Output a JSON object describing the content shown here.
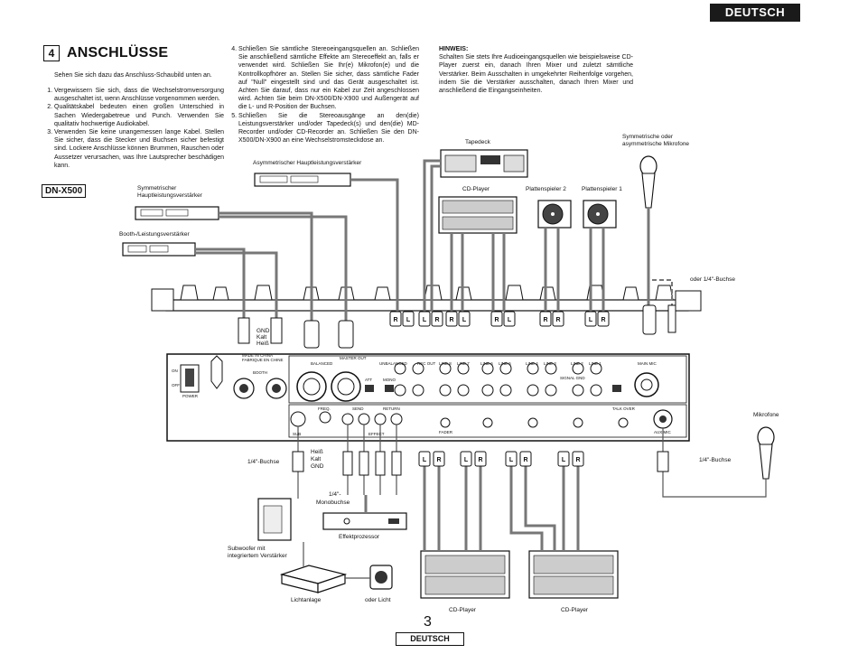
{
  "page": {
    "language_tab": "DEUTSCH",
    "section_number": "4",
    "section_title": "ANSCHLÜSSE",
    "intro": "Sehen Sie sich dazu das Anschluss-Schaubild unten an.",
    "steps_left": [
      "Vergewissern Sie sich, dass die Wechselstromversorgung ausgeschaltet ist, wenn Anschlüsse vorgenommen werden.",
      "Qualitätskabel bedeuten einen großen Unterschied in Sachen Wiedergabetreue und Punch. Verwenden Sie qualitativ hochwertige Audiokabel.",
      "Verwenden Sie keine unangemessen lange Kabel. Stellen Sie sicher, dass die Stecker und Buchsen sicher befestigt sind. Lockere Anschlüsse können Brummen, Rauschen oder Aussetzer verursachen, was Ihre Lautsprecher beschädigen kann."
    ],
    "steps_middle": [
      "Schließen Sie sämtliche Stereoeingangsquellen an. Schließen Sie anschließend sämtliche Effekte am Stereoeffekt an, falls er verwendet wird. Schließen Sie Ihr(e) Mikrofon(e) und die Kontrollkopfhörer an. Stellen Sie sicher, dass sämtliche Fader auf \"Null\" eingestellt sind und das Gerät ausgeschaltet ist. Achten Sie darauf, dass nur ein Kabel zur Zeit angeschlossen wird. Achten Sie beim DN-X500/DN-X900 und Außengerät auf die L- und R-Position der Buchsen.",
      "Schließen Sie die Stereoausgänge an den(die) Leistungsverstärker und/oder Tapedeck(s) und den(die) MD-Recorder und/oder CD-Recorder an. Schließen Sie den DN-X500/DN-X900 an eine Wechselstromsteckdose an."
    ],
    "hinweis_title": "HINWEIS:",
    "hinweis_text": "Schalten Sie stets Ihre Audioeingangsquellen wie beispielsweise CD-Player zuerst ein, danach Ihren Mixer und zuletzt sämtliche Verstärker. Beim Ausschalten in umgekehrter Reihenfolge vorgehen, indem Sie die Verstärker ausschalten, danach Ihren Mixer und anschließend die Eingangseinheiten.",
    "page_number": "3",
    "footer_tab": "DEUTSCH"
  },
  "diagram": {
    "model": "DN-X500",
    "labels": {
      "tapedeck": "Tapedeck",
      "cd_player_top": "CD-Player",
      "turntable2": "Plattenspieler 2",
      "turntable1": "Plattenspieler 1",
      "mic_sym_1": "Symmetrische oder",
      "mic_sym_2": "asymmetrische Mikrofone",
      "asym_amp": "Asymmetrischer Hauptleistungsverstärker",
      "sym_amp_1": "Symmetrischer",
      "sym_amp_2": "Hauptleistungsverstärker",
      "booth_amp": "Booth-/Leistungsverstärker",
      "or_quarter": "oder 1/4\"-Buchse",
      "gnd": "GND",
      "kalt": "Kalt",
      "heiss": "Heiß",
      "quarter_jack_left": "1/4\"-Buchse",
      "heiss2": "Heiß",
      "kalt2": "Kalt",
      "gnd2": "GND",
      "mono_1": "1/4\"-",
      "mono_2": "Monobuchse",
      "effect": "Effektprozessor",
      "subwoofer_1": "Subwoofer mit",
      "subwoofer_2": "integriertem Verstärker",
      "lightshow": "Lichtanlage",
      "or_light": "oder Licht",
      "microphone": "Mikrofone",
      "quarter_jack_right": "1/4\"-Buchse",
      "cd_player_b1": "CD-Player",
      "cd_player_b2": "CD-Player"
    },
    "panel": {
      "made_in_1": "MADE IN CHINA",
      "made_in_2": "FABRIQUE EN CHINE",
      "power": "POWER",
      "on": "ON",
      "off": "OFF",
      "booth": "BOOTH",
      "master_out": "MASTER OUT",
      "balanced": "BALANCED",
      "unbal": "UNBALANCED",
      "rec_out": "REC OUT",
      "att": "ATT",
      "mono": "MONO",
      "line8": "LINE 8",
      "line7": "LINE 7",
      "line6": "LINE 6",
      "line5": "LINE 5",
      "line4": "LINE 4",
      "line3": "LINE 3",
      "line2": "LINE 2",
      "line1": "LINE 1",
      "main_mic": "MAIN MIC",
      "freq": "FREQ.",
      "send": "SEND",
      "return": "RETURN",
      "sub": "SUB",
      "effect": "EFFECT",
      "talk_over": "TALK OVER",
      "aux_mic": "AUX MIC",
      "fader": "FADER",
      "signal_gnd": "SIGNAL GND",
      "r": "R",
      "l": "L"
    }
  }
}
